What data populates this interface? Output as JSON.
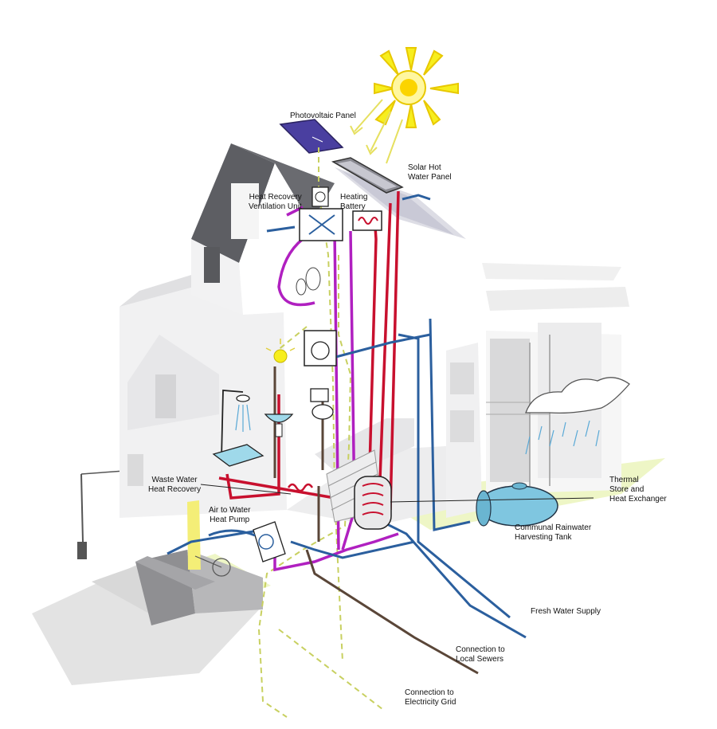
{
  "labels": {
    "photovoltaic_panel": "Photovoltaic Panel",
    "solar_hot_water_1": "Solar Hot",
    "solar_hot_water_2": "Water Panel",
    "hrv_1": "Heat Recovery",
    "hrv_2": "Ventilation Unit",
    "heating_battery_1": "Heating",
    "heating_battery_2": "Battery",
    "waste_water_1": "Waste Water",
    "waste_water_2": "Heat Recovery",
    "air_to_water_1": "Air to Water",
    "air_to_water_2": "Heat Pump",
    "thermal_store_1": "Thermal",
    "thermal_store_2": "Store and",
    "thermal_store_3": "Heat Exchanger",
    "rainwater_1": "Communal Rainwater",
    "rainwater_2": "Harvesting Tank",
    "fresh_water": "Fresh Water Supply",
    "sewers_1": "Connection to",
    "sewers_2": "Local Sewers",
    "grid_1": "Connection to",
    "grid_2": "Electricity Grid"
  },
  "colors": {
    "sun": "#f7ee1e",
    "sun_core": "#fbd400",
    "electric_dash": "#c8d060",
    "hot_red": "#c8102e",
    "purple": "#b020c0",
    "blue": "#2b5f9e",
    "brown_waste": "#5a4638",
    "building_grey": "#5f6065",
    "light_grey": "#e6e6e8",
    "pv_panel": "#4a3fa0",
    "tank_blue": "#7fc6e0",
    "grass": "#eaf5b8"
  }
}
